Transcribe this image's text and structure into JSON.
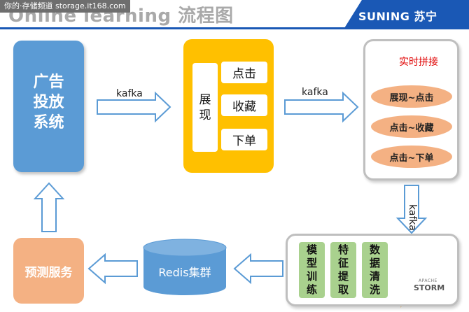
{
  "header": {
    "title": "Online learning 流程图",
    "watermark": "你的·存储频道 storage.it168.com",
    "brand_name": "SUNING 苏宁"
  },
  "ad_system": {
    "label_lines": [
      "广告",
      "投放",
      "系统"
    ]
  },
  "edges": {
    "kafka_1": "kafka",
    "kafka_2": "kafka",
    "kafka_3": "kafka"
  },
  "event_box": {
    "label": "展现",
    "events": [
      "点击",
      "收藏",
      "下单"
    ]
  },
  "realtime_join": {
    "title": "实时拼接",
    "pairs": [
      "展现~点击",
      "点击~收藏",
      "点击~下单"
    ]
  },
  "storm": {
    "stages": [
      "模型训练",
      "特征提取",
      "数据清洗"
    ],
    "logo_top": "APACHE",
    "logo_text": "STORM"
  },
  "redis": {
    "label": "Redis集群"
  },
  "forecast": {
    "label": "预测服务"
  },
  "colors": {
    "blue": "#5b9bd5",
    "yellow": "#ffc000",
    "orange": "#f4b183",
    "green": "#a9d18e",
    "brand_blue": "#1a58b5",
    "red": "#e00000"
  }
}
